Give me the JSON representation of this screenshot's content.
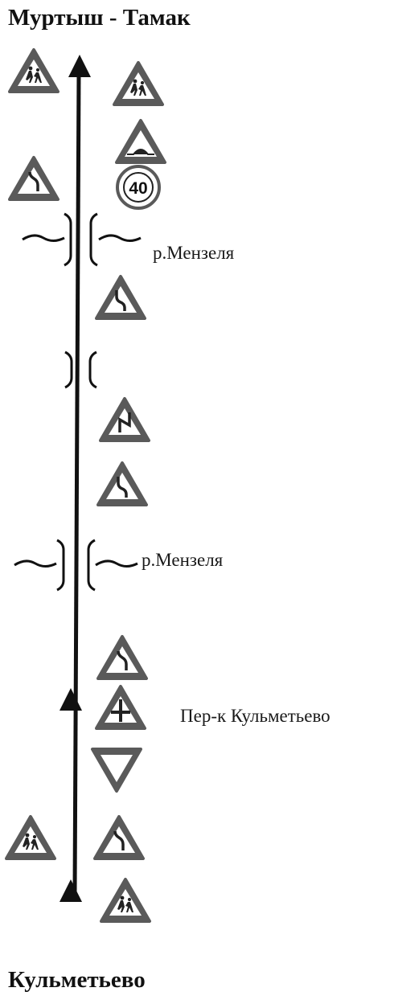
{
  "route": {
    "start": "Муртыш - Тамак",
    "end": "Кульметьево"
  },
  "labels": {
    "river_upper": "р.Мензеля",
    "river_lower": "р.Мензеля",
    "crossing": "Пер-к Кульметьево"
  },
  "speed_limit_sign": "40",
  "signs_left_of_road": [
    "children-warning-sign",
    "bend-left-warning-sign",
    "children-warning-sign"
  ],
  "signs_right_of_road": [
    "children-warning-sign",
    "speed-bump-warning-sign",
    "speed-limit-sign",
    "double-bend-warning-sign",
    "winding-road-warning-sign",
    "double-bend-warning-sign",
    "bend-left-warning-sign",
    "crossroads-warning-sign",
    "give-way-sign",
    "bend-left-warning-sign",
    "children-warning-sign"
  ],
  "colors": {
    "ink": "#111111",
    "sign_fill": "#ffffff",
    "sign_border": "#5a5a5a"
  }
}
